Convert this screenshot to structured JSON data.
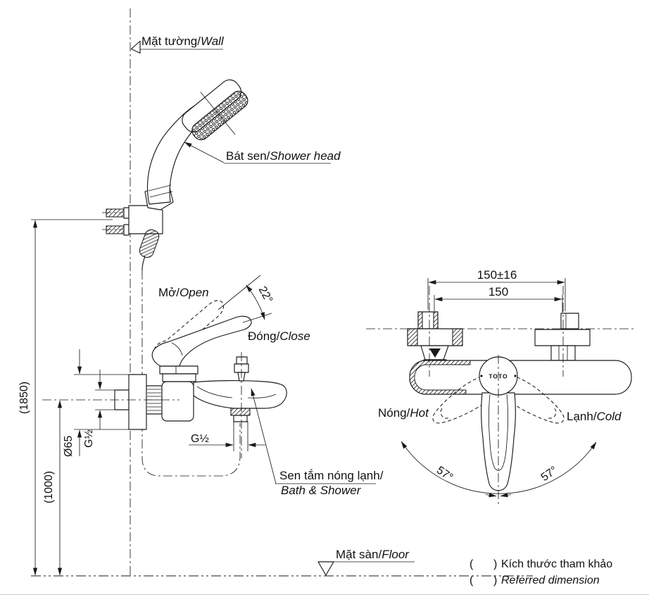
{
  "drawing": {
    "type": "installation dimension drawing",
    "product": "wall-mounted bath & shower mixer with hand shower"
  },
  "labels": {
    "wall_vi": "Mặt tường/",
    "wall_en": "Wall",
    "shower_vi": "Bát sen/",
    "shower_en": "Shower head",
    "open_vi": "Mở/",
    "open_en": "Open",
    "close_vi": "Đóng/",
    "close_en": "Close",
    "hot_vi": "Nóng/",
    "hot_en": "Hot",
    "cold_vi": "Lạnh/",
    "cold_en": "Cold",
    "mixer_vi": "Sen tắm nóng lạnh/",
    "mixer_en": "Bath & Shower",
    "floor_vi": "Mặt sàn/",
    "floor_en": "Floor",
    "brand": "TOTO"
  },
  "dims": {
    "shower_height": "(1850)",
    "mixer_height": "(1000)",
    "escutcheon_dia": "Ø65",
    "inlet_thread": "G½",
    "outlet_thread": "G½",
    "lever_angle": "22°",
    "pitch_adjustable": "150±16",
    "pitch_nominal": "150",
    "swing_left": "57°",
    "swing_right": "57°"
  },
  "legend": {
    "open": "(",
    "close": ")",
    "note_vi": "Kích thước tham khảo",
    "note_en": "Referred dimension"
  }
}
